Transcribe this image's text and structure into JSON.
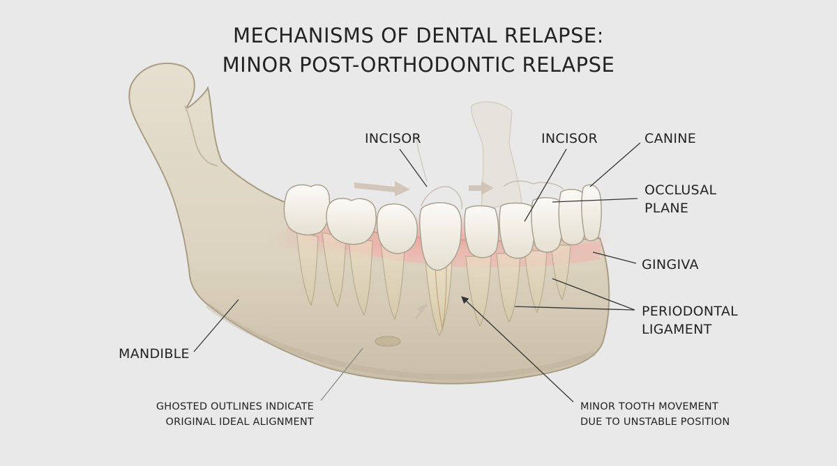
{
  "title": {
    "line1": "MECHANISMS OF DENTAL RELAPSE:",
    "line2": "MINOR POST-ORTHODONTIC RELAPSE"
  },
  "labels": {
    "incisor_left": "INCISOR",
    "incisor_right": "INCISOR",
    "canine": "CANINE",
    "occlusal_plane": [
      "OCCLUSAL",
      "PLANE"
    ],
    "gingiva": "GINGIVA",
    "periodontal_ligament": [
      "PERIODONTAL",
      "LIGAMENT"
    ],
    "mandible": "MANDIBLE"
  },
  "notes": {
    "ghosted": [
      "GHOSTED OUTLINES INDICATE",
      "ORIGINAL IDEAL ALIGNMENT"
    ],
    "movement": [
      "MINOR TOOTH MOVEMENT",
      "DUE TO UNSTABLE POSITION"
    ]
  },
  "colors": {
    "background": "#e9e9e9",
    "bone": "#ddd5c3",
    "bone_shadow": "#b9ad95",
    "tooth": "#f5f2ea",
    "gingiva": "#f0a8a4",
    "leader": "#333333"
  }
}
